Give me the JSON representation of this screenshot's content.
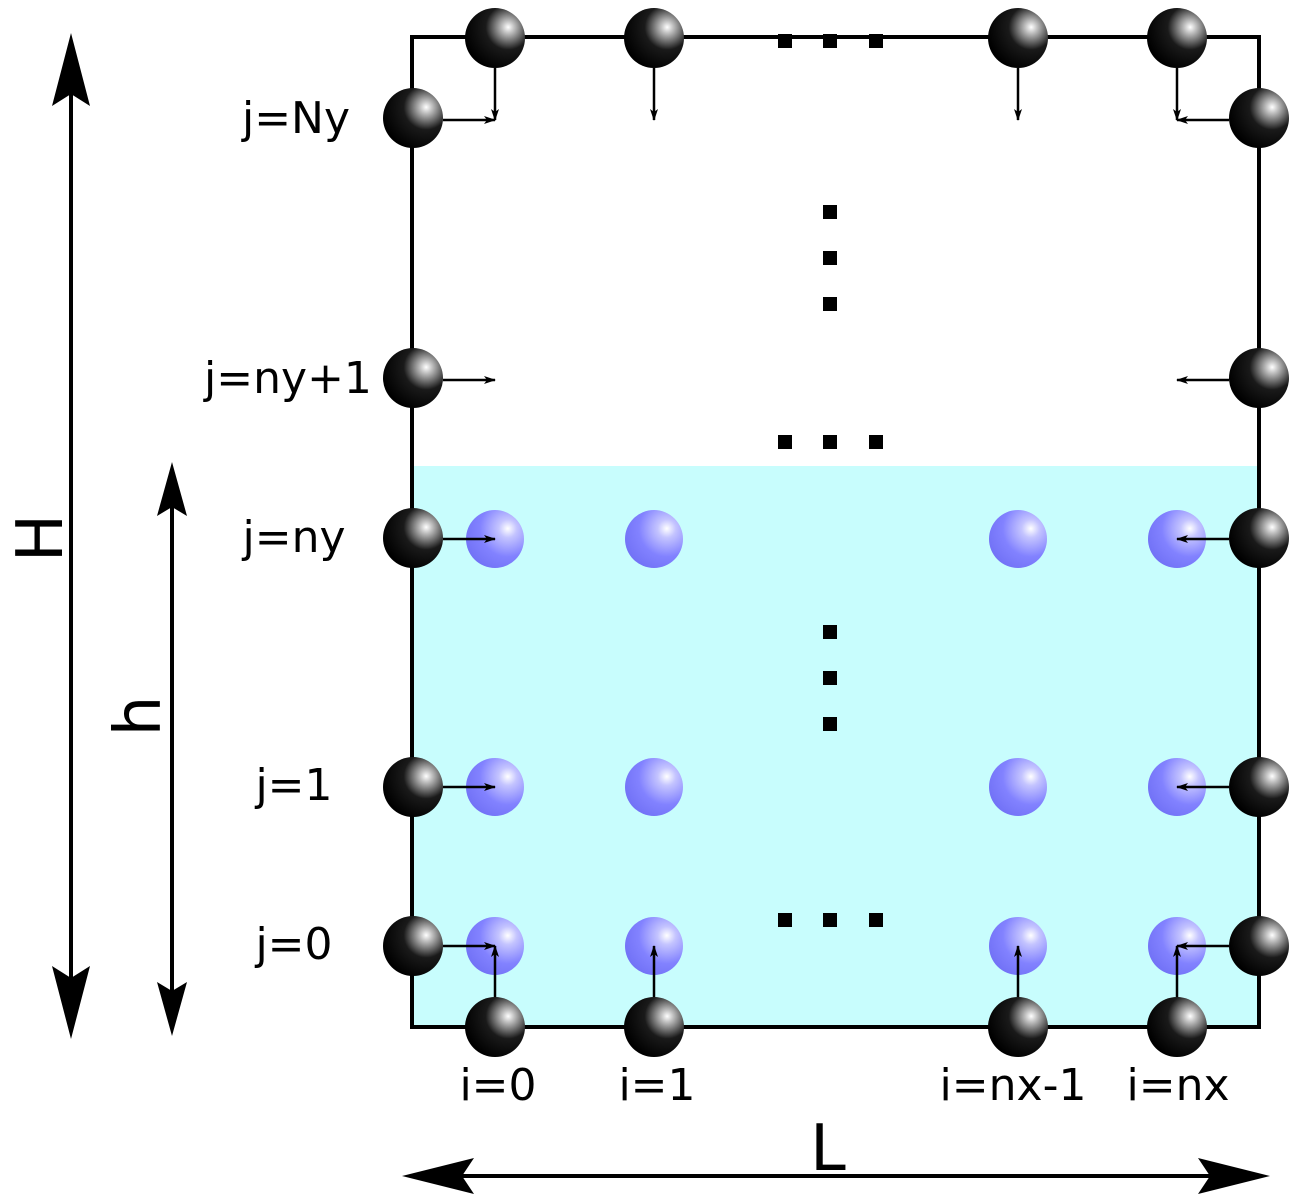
{
  "colors": {
    "fluid": "#c8fdfd",
    "fluid_node": "#7f7fff",
    "wall_node": "#000000",
    "line": "#000000"
  },
  "dimensions": {
    "height": "H",
    "fluid_height": "h",
    "length": "L"
  },
  "row_labels": {
    "top": "j=Ny",
    "first_gas": "j=ny+1",
    "surface": "j=ny",
    "second": "j=1",
    "bottom": "j=0"
  },
  "column_labels": {
    "first": "i=0",
    "second": "i=1",
    "second_last": "i=nx-1",
    "last": "i=nx"
  }
}
